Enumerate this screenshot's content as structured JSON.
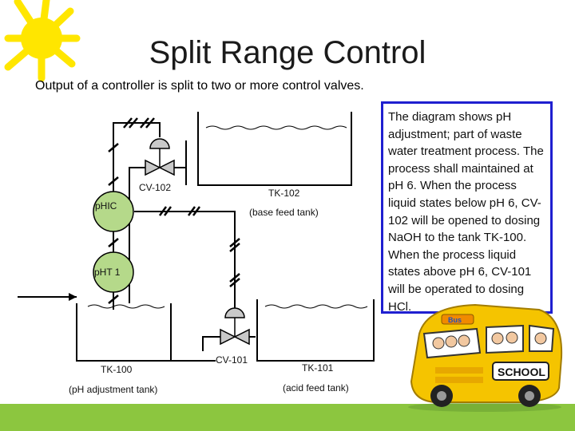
{
  "slide": {
    "title": "Split Range Control",
    "subtitle": "Output of a controller is split to two or more control valves.",
    "description": "The diagram shows pH adjustment; part of waste water treatment process. The process shall maintained at pH 6. When the process liquid states below pH 6, CV-102 will be opened to dosing NaOH to the tank TK-100. When the process liquid states above pH 6, CV-101 will be operated to dosing HCl."
  },
  "diagram": {
    "controller": "pHIC",
    "transmitter": "pHT 1",
    "valve_upper": "CV-102",
    "valve_lower": "CV-101",
    "tank_base": {
      "id": "TK-102",
      "name": "(base feed tank)"
    },
    "tank_adjust": {
      "id": "TK-100",
      "name": "(pH adjustment tank)"
    },
    "tank_acid": {
      "id": "TK-101",
      "name": "(acid feed tank)"
    }
  },
  "bus_sign": "SCHOOL",
  "bus_top_sign": "Bus",
  "colors": {
    "instrument_fill": "#b5d98a",
    "box_border": "#1f1fd0",
    "sun": "#ffe600",
    "bus": "#f5c400",
    "ground": "#8cc63f"
  }
}
